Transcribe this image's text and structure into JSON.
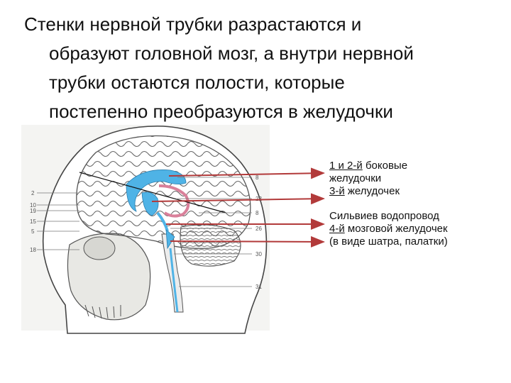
{
  "title": {
    "line1": "Стенки нервной трубки разрастаются и",
    "line2": "образуют головной мозг, а внутри нервной",
    "line3": "трубки остаются полости, которые",
    "line4": "постепенно преобразуются в желудочки"
  },
  "labels": {
    "lateral_prefix": "1 и 2-й",
    "lateral_suffix": " боковые",
    "lateral_line2": "желудочки",
    "third_prefix": "3-й",
    "third_suffix": " желудочек",
    "aqueduct": "Сильвиев водопровод",
    "fourth_prefix": "4-й",
    "fourth_suffix": " мозговой желудочек",
    "fourth_line2": "(в виде шатра, палатки)"
  },
  "figure_numbers": {
    "left": [
      "2",
      "10",
      "19",
      "15",
      "5",
      "18"
    ],
    "right": [
      "8",
      "22",
      "8",
      "26",
      "30",
      "31"
    ]
  },
  "colors": {
    "arrow": "#b23a3a",
    "ventricle": "#4fb3e6",
    "vessel": "#d9809a",
    "skull_line": "#444444"
  }
}
